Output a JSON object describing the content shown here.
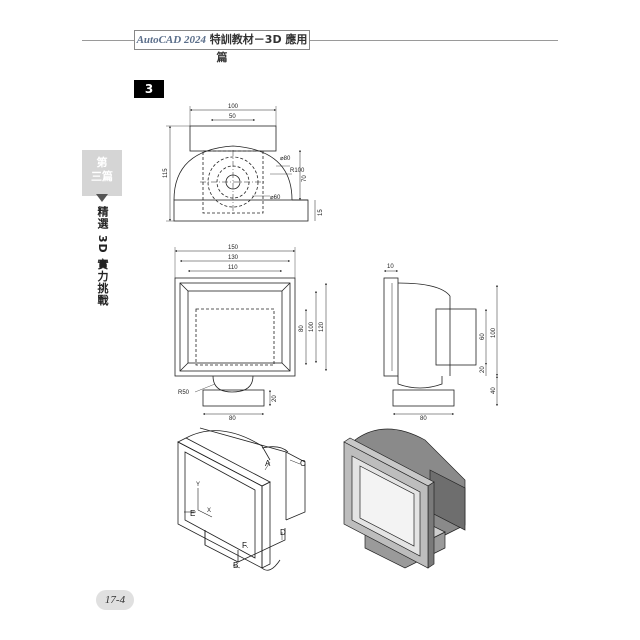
{
  "header": {
    "brand": "AutoCAD 2024",
    "title_rest": " 特訓教材－3D 應用篇"
  },
  "badge": "3",
  "side_tab": {
    "line1": "第",
    "line2": "三篇",
    "vertical": "精選 3D 實力挑戰"
  },
  "page_number": "17-4",
  "top_view": {
    "d100": "100",
    "d50": "50",
    "d115": "115",
    "d70": "70",
    "d15": "15",
    "r100": "R100",
    "o80": "⌀80",
    "o60": "⌀60"
  },
  "front_view": {
    "d150": "150",
    "d130": "130",
    "d110": "110",
    "d80": "80",
    "d100": "100",
    "d120": "120",
    "r50": "R50",
    "d20": "20",
    "d80b": "80"
  },
  "side_view": {
    "d10": "10",
    "d60": "60",
    "d100": "100",
    "d20": "20",
    "d40": "40",
    "d80": "80"
  },
  "iso_labels": {
    "A": "A",
    "B": "B",
    "C": "C",
    "D": "D",
    "E": "E",
    "F": "F",
    "X": "X",
    "Y": "Y"
  }
}
